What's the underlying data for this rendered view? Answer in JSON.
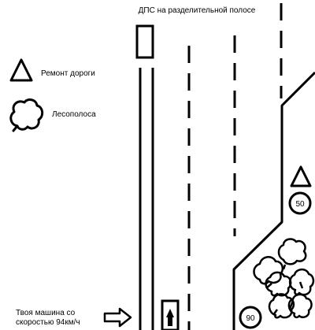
{
  "labels": {
    "dps": "ДПС на разделительной полосе",
    "road_repair": "Ремонт дороги",
    "forest_belt": "Лесополоса",
    "car_line1": "Твоя машина со",
    "car_line2": "скоростью 94км/ч"
  },
  "speed_signs": {
    "upper": "50",
    "lower": "90"
  },
  "icons": {
    "road_repair": "warning-triangle-icon",
    "forest_belt": "tree-icon",
    "car": "car-top-view-icon",
    "direction": "arrow-right-icon"
  },
  "colors": {
    "ink": "#000000",
    "background": "#ffffff"
  }
}
